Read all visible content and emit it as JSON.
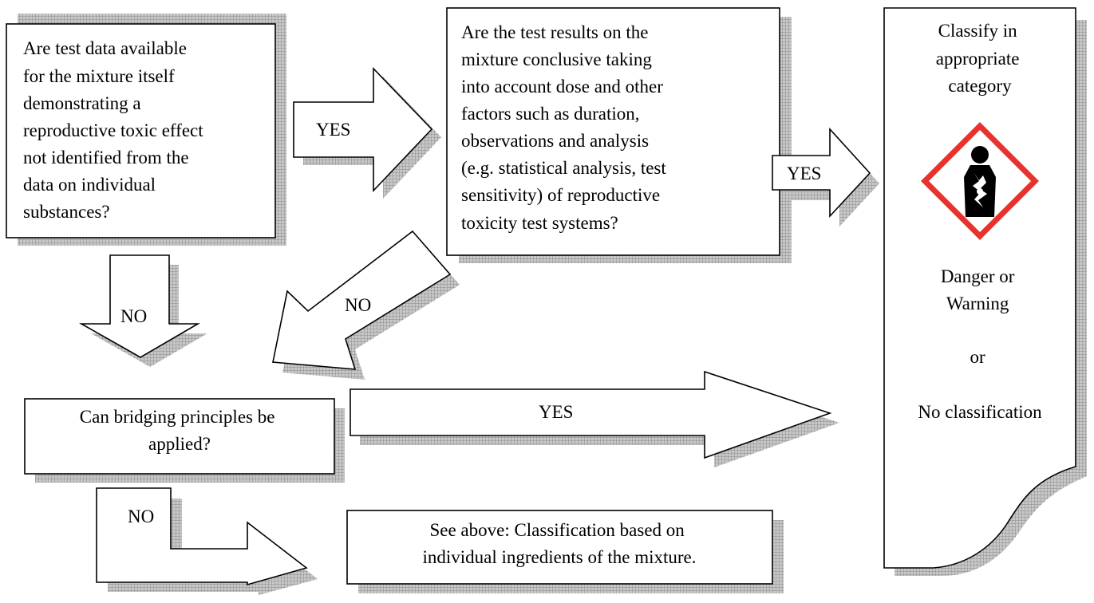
{
  "colors": {
    "border": "#000000",
    "shadow": "#a9a9a9",
    "fill": "#ffffff",
    "pictogram_frame": "#e8322d",
    "pictogram_figure": "#000000"
  },
  "boxes": {
    "q1": {
      "lines": [
        "Are test data available",
        "for the mixture itself",
        "demonstrating a",
        "reproductive toxic effect",
        "not identified from the",
        "data on individual",
        "substances?"
      ]
    },
    "q2": {
      "lines": [
        "Are the test results on the",
        "mixture conclusive taking",
        "into account dose and other",
        "factors such as duration,",
        "observations and analysis",
        "(e.g. statistical analysis, test",
        "sensitivity) of reproductive",
        "toxicity test systems?"
      ]
    },
    "q3": {
      "lines": [
        "Can bridging principles be",
        "applied?"
      ]
    },
    "see_above": {
      "lines": [
        "See above: Classification based on",
        "individual ingredients of the mixture."
      ]
    },
    "result": {
      "top_lines": [
        "Classify in",
        "appropriate",
        "category"
      ],
      "bottom_lines": [
        "Danger or",
        "Warning",
        "",
        "or",
        "",
        "No classification"
      ],
      "pictogram": "health-hazard-pictogram"
    }
  },
  "arrows": {
    "q1_yes": "YES",
    "q2_yes": "YES",
    "q1_no": "NO",
    "q2_no": "NO",
    "q3_yes": "YES",
    "q3_no": "NO"
  }
}
